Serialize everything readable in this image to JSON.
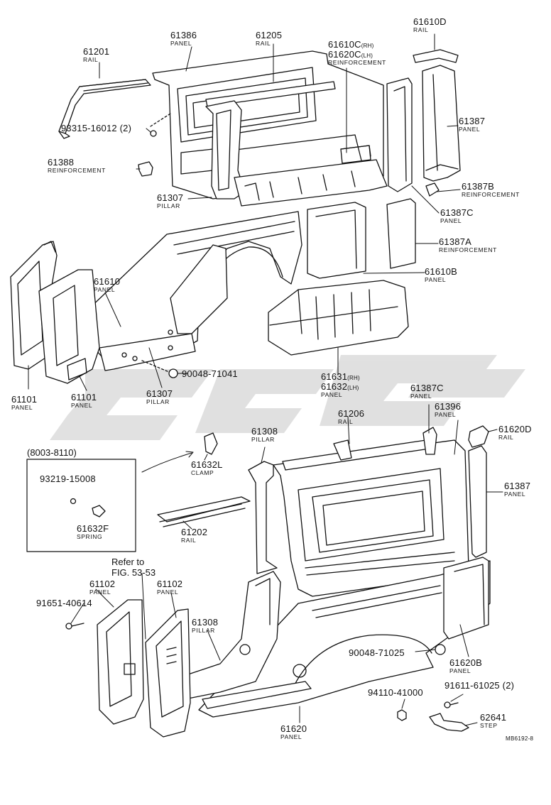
{
  "diagram": {
    "figure_code": "MB6192-8",
    "watermark": "[watermark]",
    "note": {
      "refer_line1": "Refer to",
      "refer_line2": "FIG. 53-53"
    },
    "inset": {
      "range": "(8003-8110)"
    },
    "parts": {
      "p61201": {
        "number": "61201",
        "name": "RAIL"
      },
      "p61386": {
        "number": "61386",
        "name": "PANEL"
      },
      "p61205": {
        "number": "61205",
        "name": "RAIL"
      },
      "p61610d": {
        "number": "61610D",
        "name": "RAIL"
      },
      "p61610c": {
        "number": "61610C",
        "suffix": "(RH)",
        "number2": "61620C",
        "suffix2": "(LH)",
        "name": "REINFORCEMENT"
      },
      "p93315": {
        "number": "93315-16012 (2)"
      },
      "p61387_top": {
        "number": "61387",
        "name": "PANEL"
      },
      "p61388": {
        "number": "61388",
        "name": "REINFORCEMENT"
      },
      "p61387b": {
        "number": "61387B",
        "name": "REINFORCEMENT"
      },
      "p61307_top": {
        "number": "61307",
        "name": "PILLAR"
      },
      "p61387c_top": {
        "number": "61387C",
        "name": "PANEL"
      },
      "p61387a": {
        "number": "61387A",
        "name": "REINFORCEMENT"
      },
      "p61610": {
        "number": "61610",
        "name": "PANEL"
      },
      "p61610b": {
        "number": "61610B",
        "name": "PANEL"
      },
      "p61101_left": {
        "number": "61101",
        "name": "PANEL"
      },
      "p61101_mid": {
        "number": "61101",
        "name": "PANEL"
      },
      "p61307_mid": {
        "number": "61307",
        "name": "PILLAR"
      },
      "p90048_71041": {
        "number": "90048-71041"
      },
      "p61631": {
        "number": "61631",
        "suffix": "(RH)",
        "number2": "61632",
        "suffix2": "(LH)",
        "name": "PANEL"
      },
      "p61387c_bot": {
        "number": "61387C",
        "name": "PANEL"
      },
      "p61396": {
        "number": "61396",
        "name": "PANEL"
      },
      "p61206": {
        "number": "61206",
        "name": "RAIL"
      },
      "p61620d": {
        "number": "61620D",
        "name": "RAIL"
      },
      "p61308_top": {
        "number": "61308",
        "name": "PILLAR"
      },
      "p61632l": {
        "number": "61632L",
        "name": "CLAMP"
      },
      "p93219": {
        "number": "93219-15008"
      },
      "p61632f": {
        "number": "61632F",
        "name": "SPRING"
      },
      "p61387_bot": {
        "number": "61387",
        "name": "PANEL"
      },
      "p61202": {
        "number": "61202",
        "name": "RAIL"
      },
      "p61102_left": {
        "number": "61102",
        "name": "PANEL"
      },
      "p61102_mid": {
        "number": "61102",
        "name": "PANEL"
      },
      "p91651": {
        "number": "91651-40614"
      },
      "p61308_bot": {
        "number": "61308",
        "name": "PILLAR"
      },
      "p90048_71025": {
        "number": "90048-71025"
      },
      "p61620b": {
        "number": "61620B",
        "name": "PANEL"
      },
      "p94110": {
        "number": "94110-41000"
      },
      "p91611": {
        "number": "91611-61025 (2)"
      },
      "p62641": {
        "number": "62641",
        "name": "STEP"
      },
      "p61620": {
        "number": "61620",
        "name": "PANEL"
      }
    }
  }
}
